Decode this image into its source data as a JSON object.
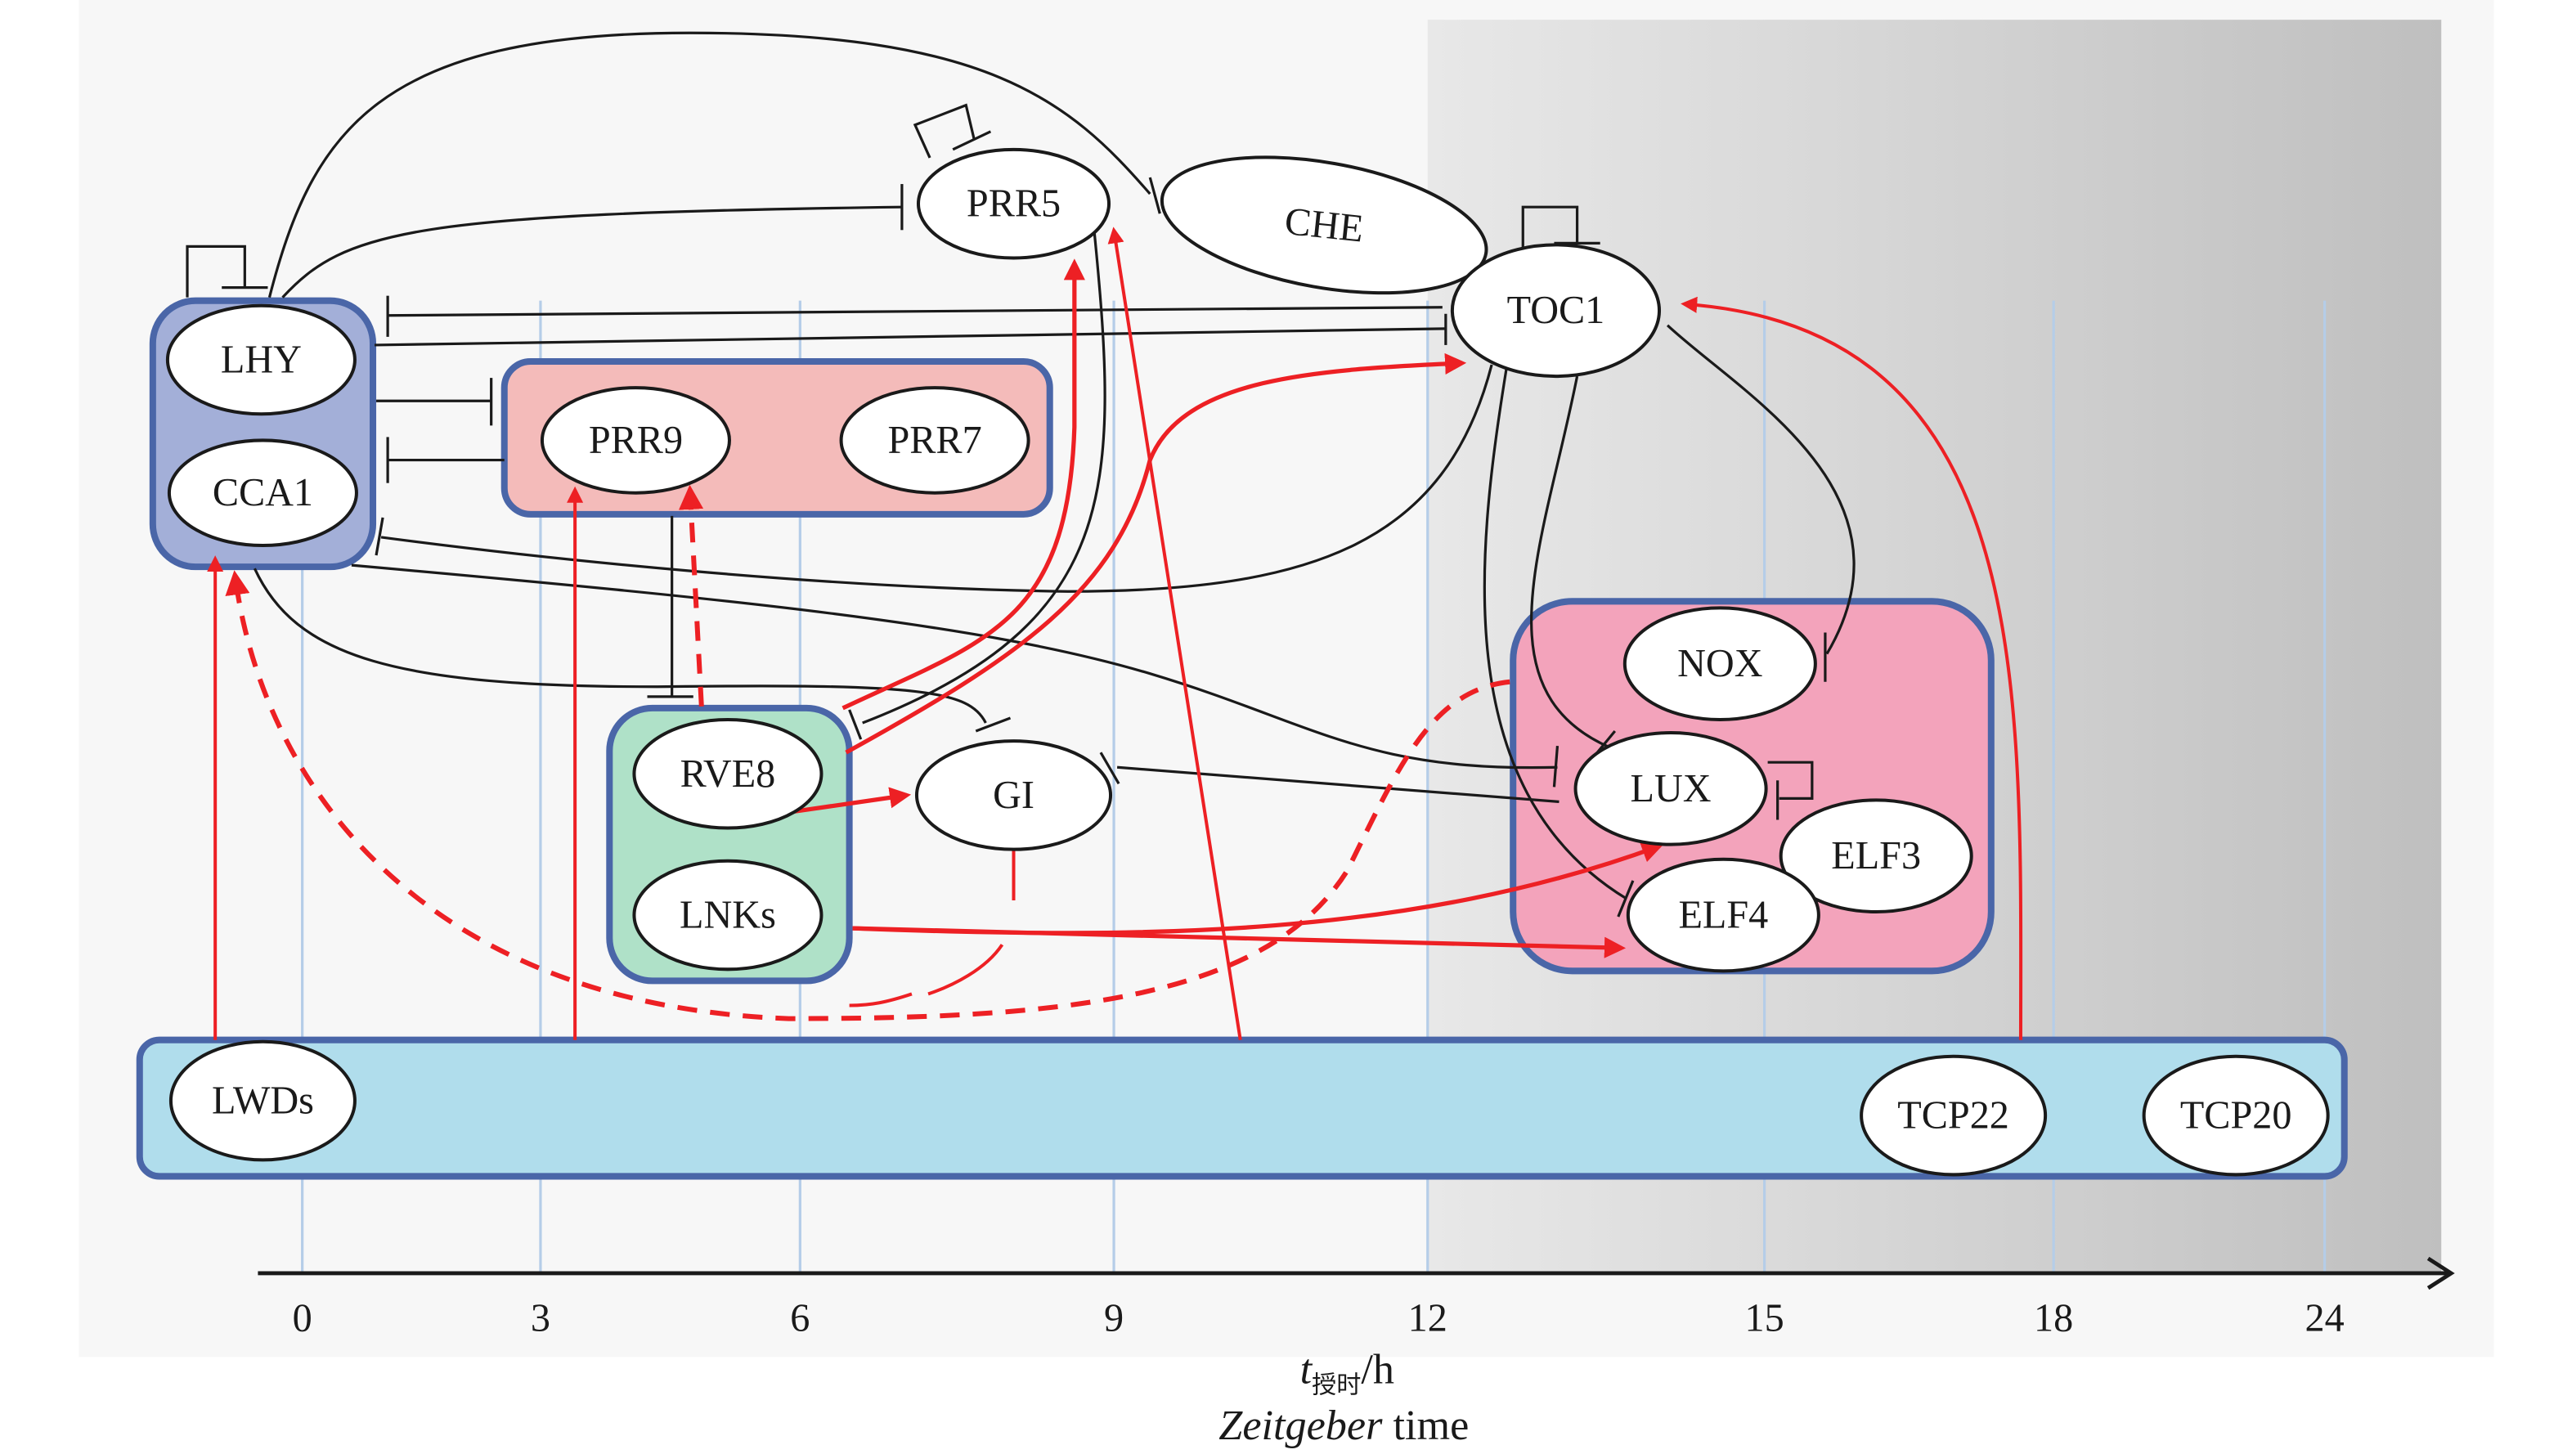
{
  "figure": {
    "type": "circadian-clock-network",
    "colors": {
      "background": "#F7F7F7",
      "night_gradient_start": "#E8E8E8",
      "night_gradient_end": "#BFBFBF",
      "group_border": "#4A66A8",
      "morning_group_fill": "#A3AFD8",
      "prr_group_fill": "#F4BBBA",
      "rve_lnk_group_fill": "#AFE1C8",
      "evening_complex_fill": "#F3A3BB",
      "light_group_fill": "#B0DDEC",
      "activation": "#ED2024",
      "inhibition": "#1A1A1A",
      "gridline": "#B5CDE8"
    }
  },
  "axis": {
    "ticks": [
      "0",
      "3",
      "6",
      "9",
      "12",
      "15",
      "18",
      "24"
    ],
    "title_symbol": "t",
    "title_subscript": "授时",
    "title_unit": "/h",
    "title_en_italic": "Zeitgeber",
    "title_en_rest": " time"
  },
  "groups": {
    "morning": {
      "members": [
        "LHY",
        "CCA1"
      ]
    },
    "prr": {
      "members": [
        "PRR9",
        "PRR7"
      ]
    },
    "rve_lnk": {
      "members": [
        "RVE8",
        "LNKs"
      ]
    },
    "evening_complex": {
      "members": [
        "NOX",
        "LUX",
        "ELF3",
        "ELF4"
      ]
    },
    "light": {
      "members": [
        "LWDs",
        "TCP22",
        "TCP20"
      ]
    }
  },
  "nodes": {
    "lhy": "LHY",
    "cca1": "CCA1",
    "prr9": "PRR9",
    "prr7": "PRR7",
    "prr5": "PRR5",
    "che": "CHE",
    "toc1": "TOC1",
    "rve8": "RVE8",
    "lnks": "LNKs",
    "gi": "GI",
    "nox": "NOX",
    "lux": "LUX",
    "elf3": "ELF3",
    "elf4": "ELF4",
    "lwds": "LWDs",
    "tcp22": "TCP22",
    "tcp20": "TCP20"
  },
  "edges": [
    {
      "from": "LHY",
      "to": "LHY",
      "type": "inhibition"
    },
    {
      "from": "LHY",
      "to": "CHE",
      "type": "inhibition"
    },
    {
      "from": "LHY",
      "to": "PRR5",
      "type": "inhibition"
    },
    {
      "from": "TOC1",
      "to": "LHY",
      "type": "inhibition"
    },
    {
      "from": "LHY",
      "to": "TOC1",
      "type": "inhibition"
    },
    {
      "from": "LHY/CCA1",
      "to": "PRR9/PRR7",
      "type": "inhibition"
    },
    {
      "from": "PRR9/PRR7",
      "to": "LHY/CCA1",
      "type": "inhibition"
    },
    {
      "from": "TOC1",
      "to": "CCA1",
      "type": "inhibition"
    },
    {
      "from": "CCA1",
      "to": "LUX",
      "type": "inhibition"
    },
    {
      "from": "CCA1",
      "to": "GI",
      "type": "inhibition"
    },
    {
      "from": "PRR9",
      "to": "RVE8",
      "type": "inhibition"
    },
    {
      "from": "PRR5",
      "to": "PRR5",
      "type": "inhibition"
    },
    {
      "from": "PRR5",
      "to": "RVE8/LNKs",
      "type": "inhibition"
    },
    {
      "from": "TOC1",
      "to": "TOC1",
      "type": "inhibition"
    },
    {
      "from": "TOC1",
      "to": "LUX",
      "type": "inhibition"
    },
    {
      "from": "TOC1",
      "to": "ELF4",
      "type": "inhibition"
    },
    {
      "from": "TOC1",
      "to": "NOX",
      "type": "inhibition"
    },
    {
      "from": "LUX",
      "to": "GI",
      "type": "inhibition"
    },
    {
      "from": "LUX",
      "to": "LUX",
      "type": "inhibition"
    },
    {
      "from": "RVE8",
      "to": "GI",
      "type": "activation"
    },
    {
      "from": "RVE8",
      "to": "PRR5",
      "type": "activation"
    },
    {
      "from": "RVE8",
      "to": "TOC1",
      "type": "activation"
    },
    {
      "from": "RVE8",
      "to": "PRR9",
      "type": "activation-dashed"
    },
    {
      "from": "LNKs",
      "to": "LUX",
      "type": "activation"
    },
    {
      "from": "LNKs",
      "to": "ELF4",
      "type": "activation"
    },
    {
      "from": "LWDs",
      "to": "CCA1",
      "type": "activation"
    },
    {
      "from": "LWDs",
      "to": "PRR9",
      "type": "activation"
    },
    {
      "from": "LWDs",
      "to": "PRR5",
      "type": "activation"
    },
    {
      "from": "TCP22",
      "to": "TOC1",
      "type": "activation"
    },
    {
      "from": "Evening complex",
      "to": "CCA1",
      "type": "activation-dashed"
    },
    {
      "from": "GI",
      "to": "LNKs",
      "type": "activation-dashed"
    }
  ]
}
